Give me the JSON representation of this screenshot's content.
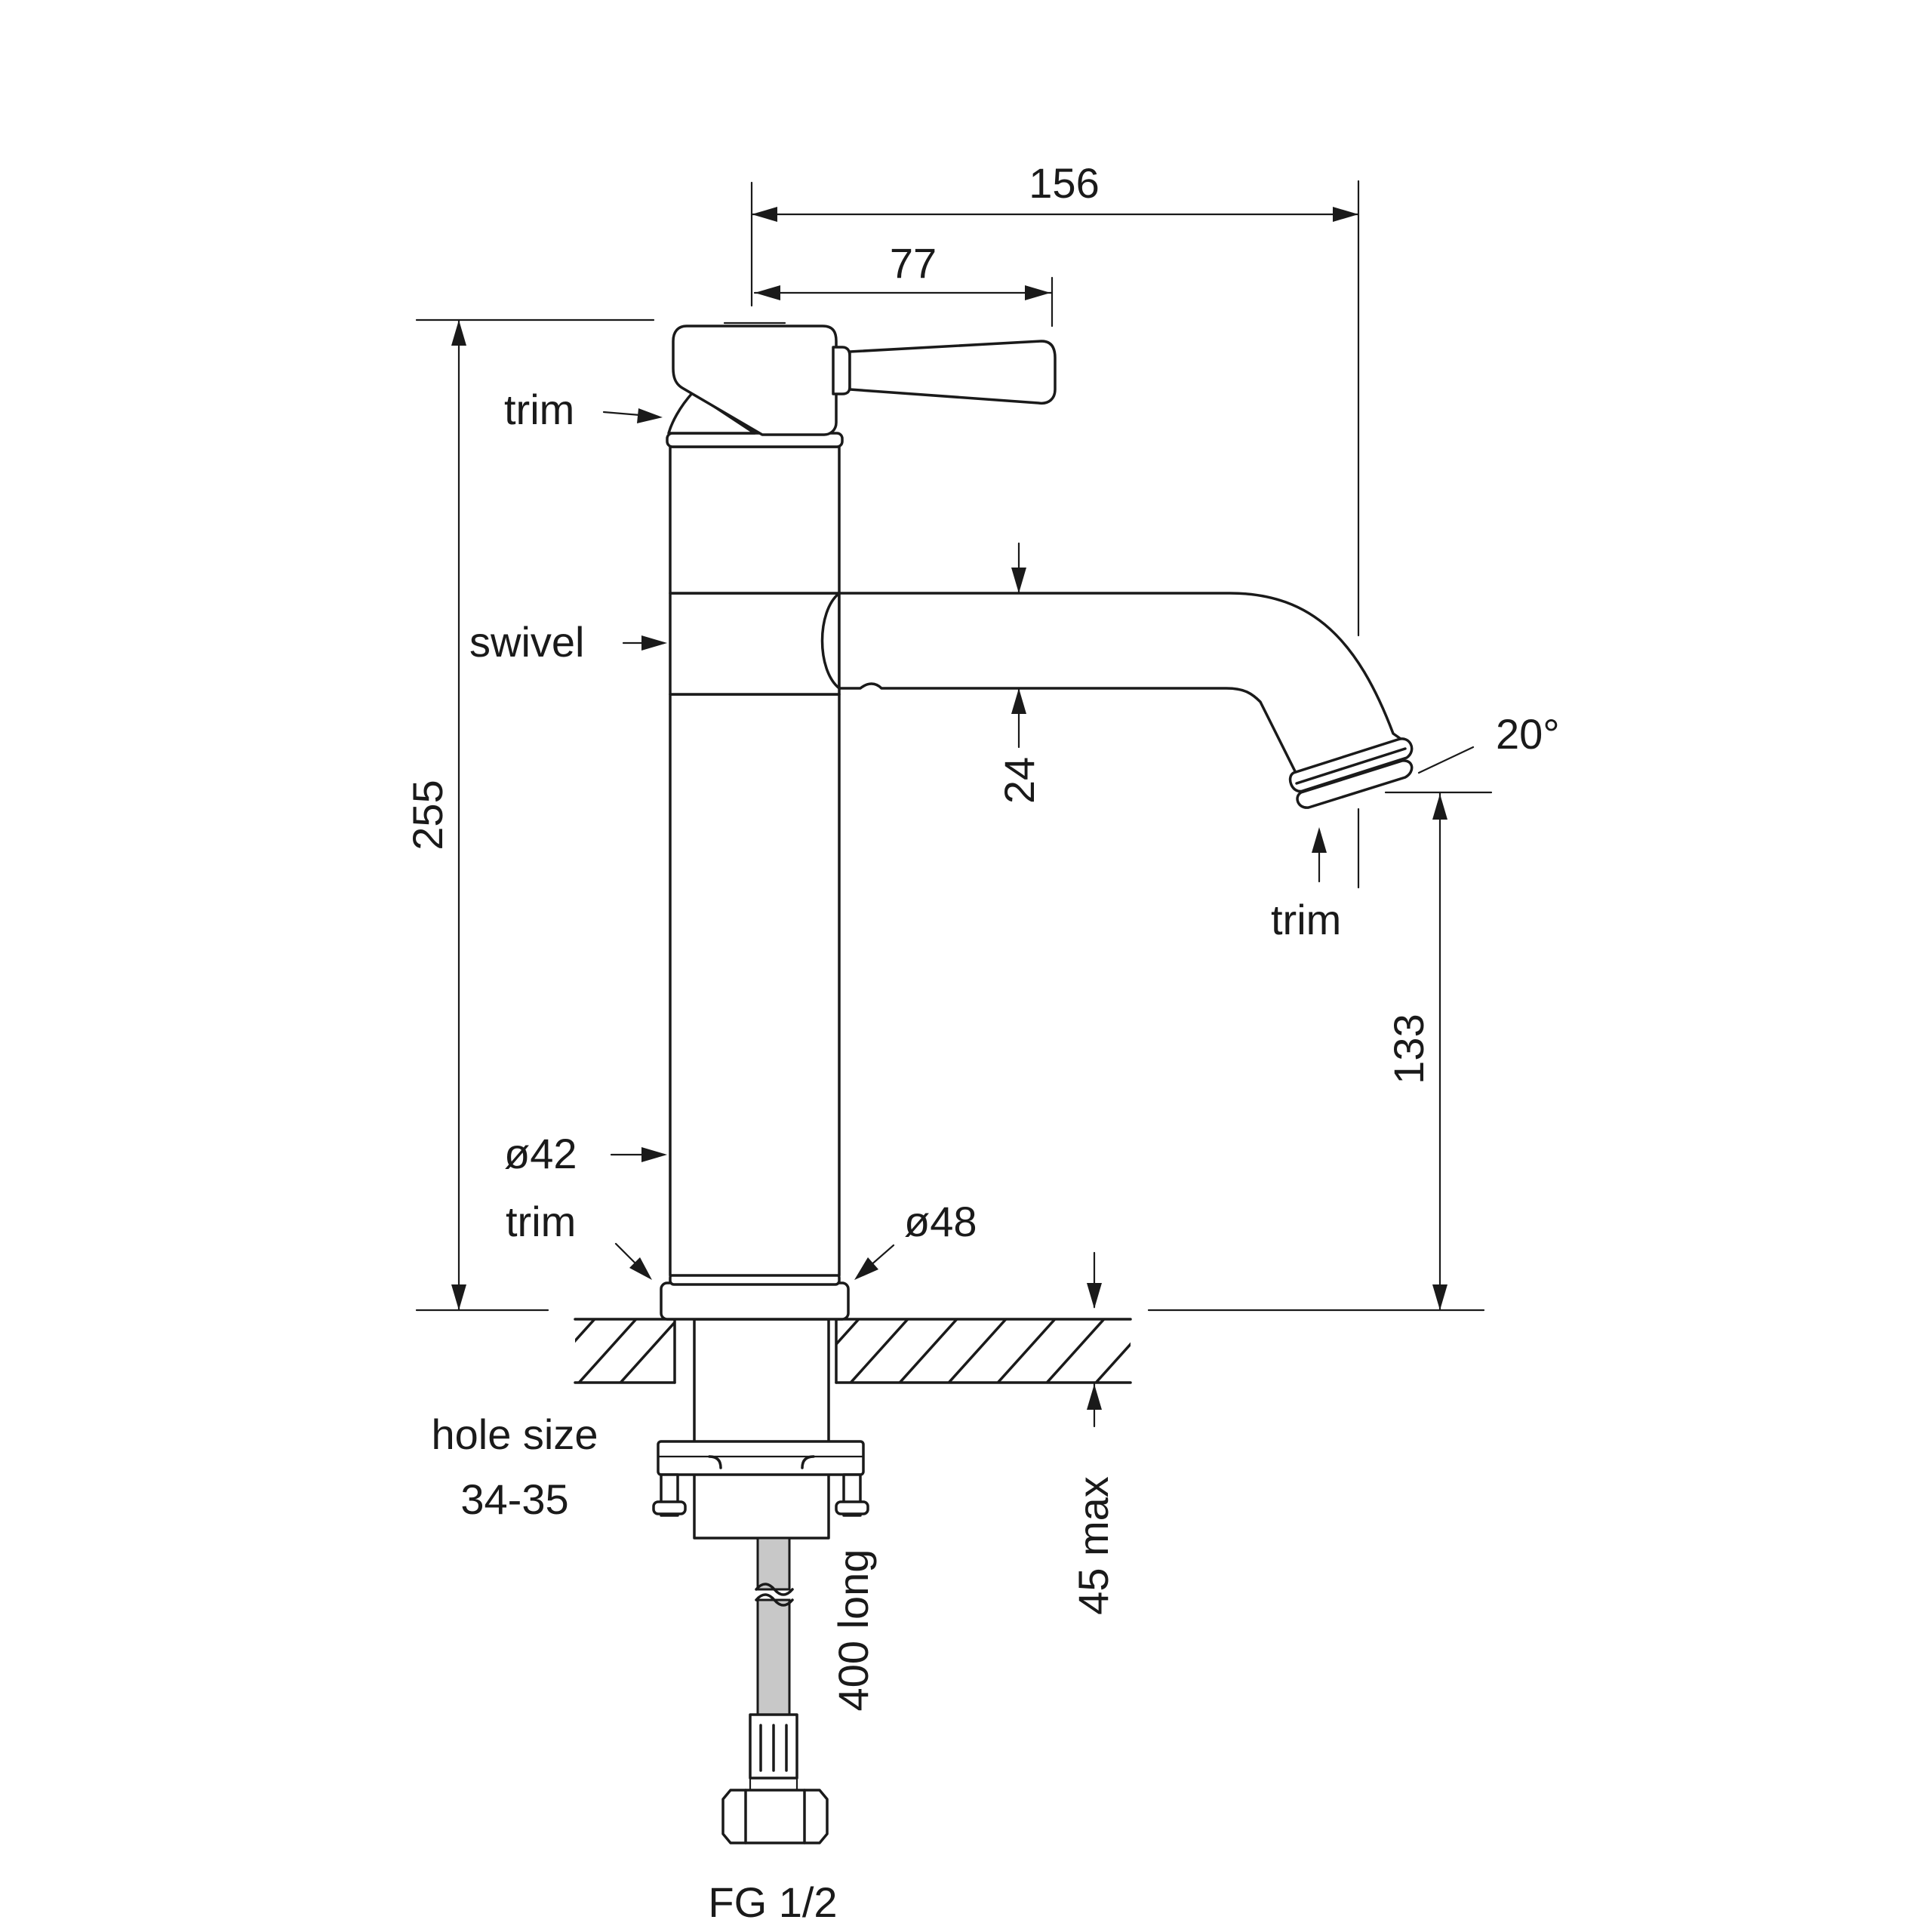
{
  "dimensions": {
    "overall_reach": "156",
    "handle_offset": "77",
    "overall_height": "255",
    "spout_height": "24",
    "angle": "20°",
    "spout_clearance": "133",
    "max_deck": "45 max",
    "hose_length": "400 long"
  },
  "labels": {
    "trim_top": "trim",
    "swivel": "swivel",
    "diameter_body": "ø42",
    "trim_base": "trim",
    "diameter_base": "ø48",
    "trim_spout": "trim",
    "hole_size_line1": "hole size",
    "hole_size_line2": "34-35",
    "connector": "FG 1/2"
  }
}
